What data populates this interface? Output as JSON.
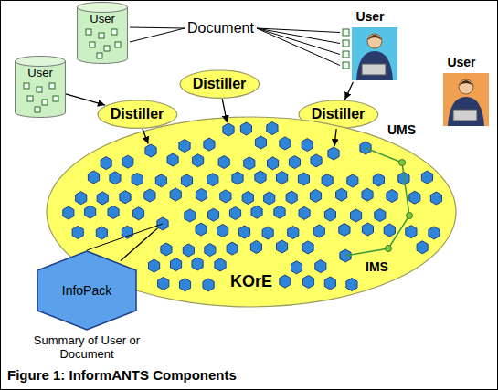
{
  "diagram": {
    "caption": "Figure 1: InformANTS Components",
    "nodes": [
      {
        "text": [
          "User"
        ]
      },
      {
        "text": [
          "User"
        ]
      },
      {
        "text": [
          "User"
        ]
      },
      {
        "text": [
          "User"
        ]
      },
      {
        "text": [
          "Distiller"
        ]
      },
      {
        "text": [
          "Distiller"
        ]
      },
      {
        "text": [
          "Distiller"
        ]
      },
      {
        "text": [
          "KOrE"
        ]
      },
      {
        "text": [
          "InfoPack"
        ]
      }
    ],
    "edges": [
      {
        "from": 3,
        "to": 5,
        "arrow": "to"
      },
      {
        "from": 1,
        "to": 6,
        "arrow": "to"
      },
      {
        "from": 4,
        "to": 7,
        "arrow": "to"
      },
      {
        "from": 5,
        "to": 7,
        "arrow": "to"
      },
      {
        "from": 6,
        "to": 7,
        "arrow": "to"
      },
      {
        "from": 8,
        "to": 7,
        "arrow": "none"
      }
    ],
    "labels": [
      "Document",
      "UMS",
      "IMS",
      "Summary of User or Document"
    ]
  }
}
